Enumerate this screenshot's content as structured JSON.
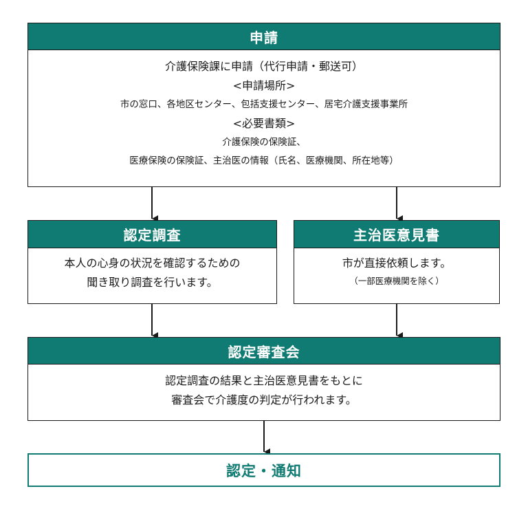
{
  "apply": {
    "title": "申請",
    "lines": [
      "介護保険課に申請（代行申請・郵送可）",
      "<申請場所>",
      "市の窓口、各地区センター、包括支援センター、居宅介護支援事業所",
      "<必要書類>",
      "介護保険の保険証、",
      "医療保険の保険証、主治医の情報（氏名、医療機関、所在地等）"
    ]
  },
  "survey": {
    "title": "認定調査",
    "lines": [
      "本人の心身の状況を確認するための",
      "聞き取り調査を行います。"
    ]
  },
  "opinion": {
    "title": "主治医意見書",
    "lines": [
      "市が直接依頼します。",
      "（一部医療機関を除く）"
    ]
  },
  "review": {
    "title": "認定審査会",
    "lines": [
      "認定調査の結果と主治医意見書をもとに",
      "審査会で介護度の判定が行われます。"
    ]
  },
  "notice": {
    "title": "認定・通知"
  },
  "colors": {
    "accent": "#107b72",
    "border": "#1a1a1a"
  }
}
